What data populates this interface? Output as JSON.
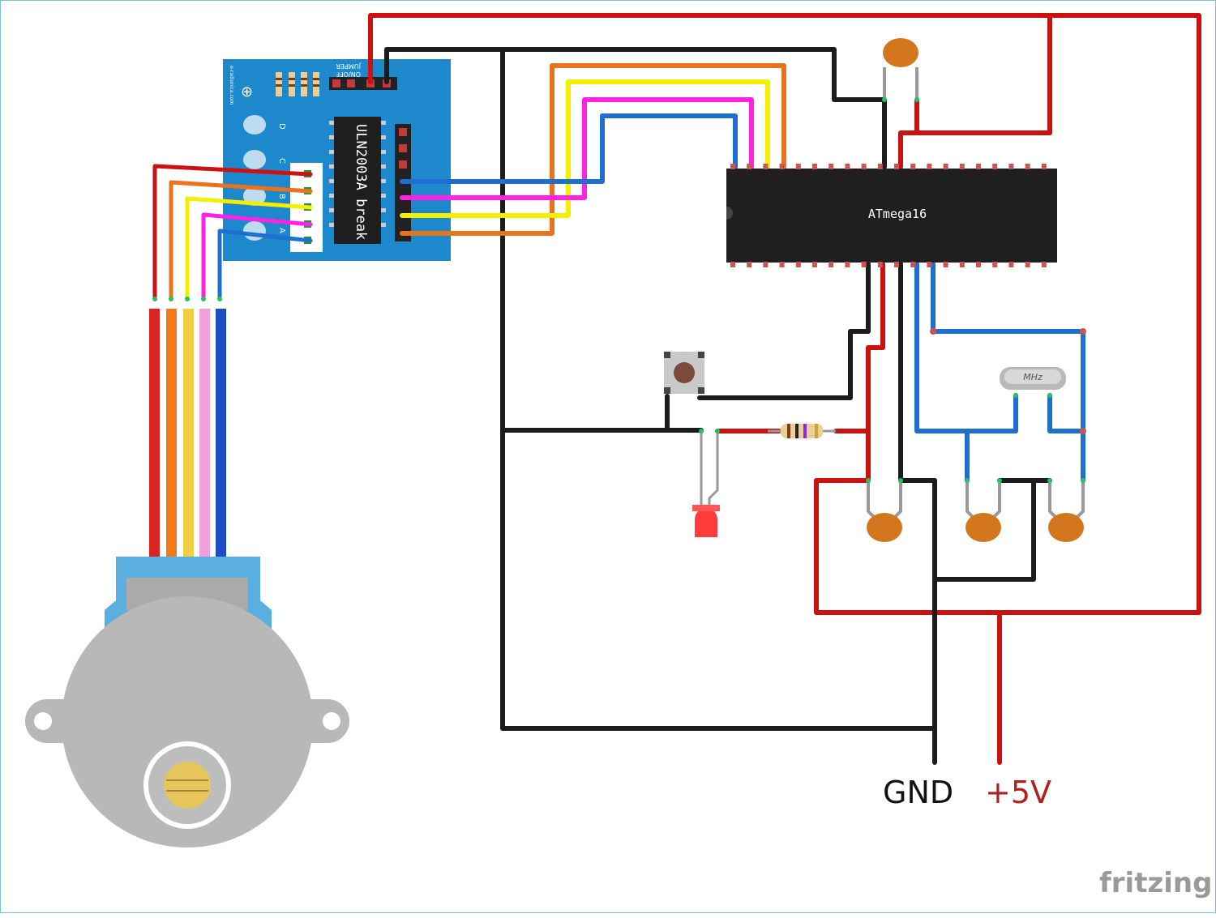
{
  "driver_board": {
    "chip_label": "ULN2003A break",
    "jumper_label": "JUMPER",
    "onoff_label": "ON/OFF",
    "site_label": "e-radionica.com",
    "led_labels": [
      "D",
      "C",
      "B",
      "A"
    ]
  },
  "mcu": {
    "label": "ATmega16"
  },
  "crystal": {
    "label": "MHz"
  },
  "power": {
    "gnd_label": "GND",
    "vcc_label": "+5V"
  },
  "watermark": "fritzing",
  "colors": {
    "red": "#cc1111",
    "black": "#1c1c1c",
    "orange": "#e8731a",
    "yellow": "#f2f000",
    "magenta": "#ff22e5",
    "blue": "#1f6fd0",
    "board": "#1e88cc",
    "chip": "#1f1f1f",
    "cap": "#d4761c"
  }
}
